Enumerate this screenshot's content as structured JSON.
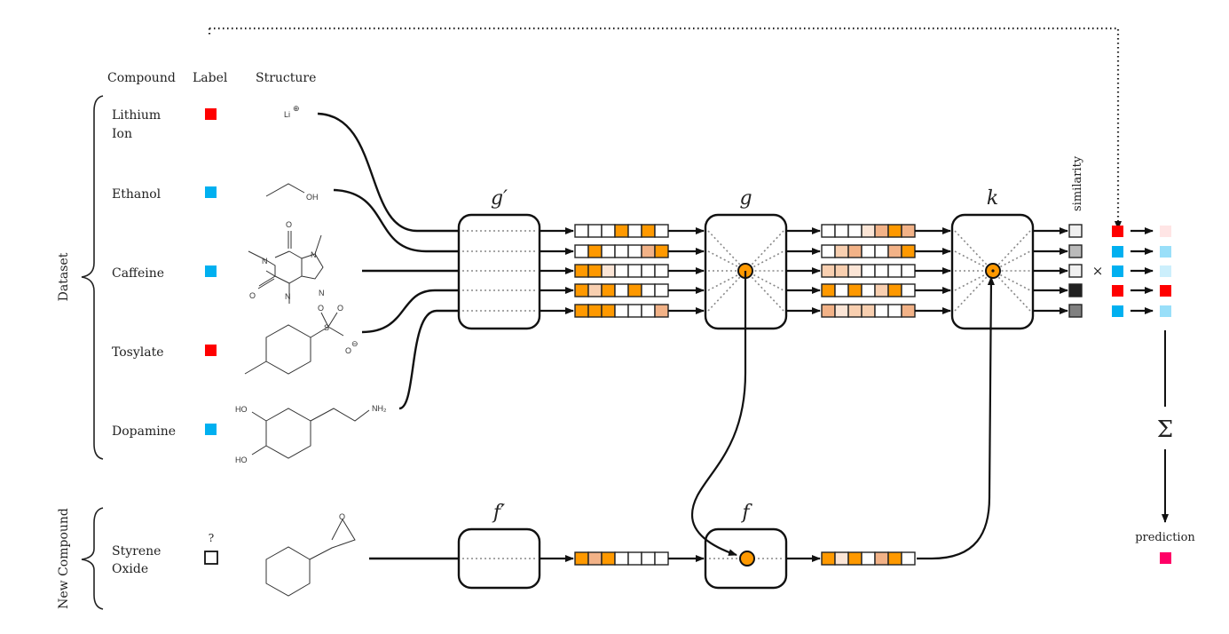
{
  "colors": {
    "orange": "#ff9900",
    "medium": "#f2b287",
    "light": "#f8cfb0",
    "very_light": "#fbe5d6",
    "white": "#ffffff",
    "label_red": "#ff0000",
    "label_blue": "#00b0f0",
    "prediction": "#ff0066"
  },
  "headers": {
    "compound": "Compound",
    "label": "Label",
    "structure": "Structure"
  },
  "groups": {
    "dataset": "Dataset",
    "new_compound": "New Compound"
  },
  "dataset": [
    {
      "name_lines": [
        "Lithium",
        "Ion"
      ],
      "label": "red",
      "structure": "lithium-ion"
    },
    {
      "name_lines": [
        "Ethanol"
      ],
      "label": "blue",
      "structure": "ethanol"
    },
    {
      "name_lines": [
        "Caffeine"
      ],
      "label": "blue",
      "structure": "caffeine"
    },
    {
      "name_lines": [
        "Tosylate"
      ],
      "label": "red",
      "structure": "tosylate"
    },
    {
      "name_lines": [
        "Dopamine"
      ],
      "label": "blue",
      "structure": "dopamine"
    }
  ],
  "new_compound": {
    "name_lines": [
      "Styrene",
      "Oxide"
    ],
    "label": "?",
    "structure": "styrene-oxide"
  },
  "molecule_text": {
    "li": "Li",
    "plus": "⊕",
    "oh": "OH",
    "o": "O",
    "n": "N",
    "s": "S",
    "minus": "⊖",
    "ho": "HO",
    "nh2": "NH₂"
  },
  "functions": {
    "g_prime": "g′",
    "g": "g",
    "k": "k",
    "f_prime": "f′",
    "f": "f"
  },
  "embeddings_g_prime": [
    [
      0,
      0,
      0,
      4,
      0,
      4,
      0
    ],
    [
      0,
      4,
      0,
      0,
      0,
      3,
      4
    ],
    [
      4,
      4,
      1,
      0,
      0,
      0,
      0
    ],
    [
      4,
      2,
      4,
      0,
      4,
      0,
      0
    ],
    [
      4,
      4,
      4,
      0,
      0,
      0,
      3
    ]
  ],
  "embeddings_g": [
    [
      0,
      0,
      0,
      1,
      3,
      4,
      3
    ],
    [
      0,
      2,
      3,
      0,
      0,
      3,
      4
    ],
    [
      2,
      2,
      1,
      0,
      0,
      0,
      0
    ],
    [
      4,
      0,
      4,
      0,
      2,
      4,
      0
    ],
    [
      3,
      1,
      2,
      2,
      0,
      0,
      3
    ]
  ],
  "embedding_f_prime": [
    4,
    3,
    4,
    0,
    0,
    0,
    0
  ],
  "embedding_f": [
    4,
    1,
    4,
    0,
    3,
    4,
    0
  ],
  "similarity_label": "similarity",
  "similarity_values": [
    0.06,
    0.27,
    0.06,
    0.87,
    0.5
  ],
  "weighted_labels": [
    {
      "label": "red",
      "weight": 0.1
    },
    {
      "label": "blue",
      "weight": 0.4
    },
    {
      "label": "blue",
      "weight": 0.2
    },
    {
      "label": "red",
      "weight": 1.0
    },
    {
      "label": "blue",
      "weight": 0.4
    }
  ],
  "times_symbol": "×",
  "sum_symbol": "Σ",
  "prediction_label": "prediction"
}
